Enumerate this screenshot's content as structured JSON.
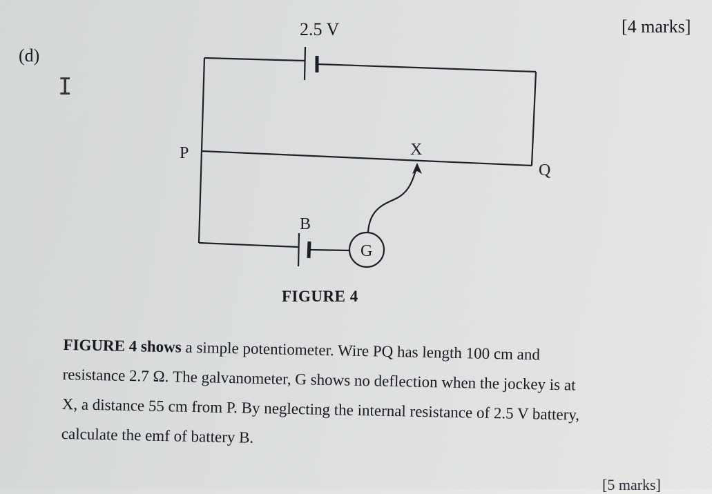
{
  "question": {
    "part_label": "(d)",
    "previous_marks": "[4 marks]",
    "marks": "[5 marks]"
  },
  "figure": {
    "caption": "FIGURE 4",
    "driver_cell_label": "2.5 V",
    "test_cell_label": "B",
    "galvanometer_label": "G",
    "wire_start_label": "P",
    "wire_end_label": "Q",
    "jockey_point_label": "X"
  },
  "text": {
    "line1_bold": "FIGURE 4 shows",
    "line1_rest": " a simple potentiometer. Wire PQ has length 100 cm and",
    "line2": "resistance 2.7 Ω. The galvanometer, G shows no deflection when the jockey is at",
    "line3": "X, a distance 55 cm from P. By neglecting the internal resistance of 2.5 V battery,",
    "line4": "calculate the emf of battery B."
  },
  "values": {
    "wire_length": "100 cm",
    "wire_resistance": "2.7 Ω",
    "balance_length": "55 cm",
    "driver_emf": "2.5 V"
  },
  "colors": {
    "ink": "#1a1a22",
    "paper": "#e2e4e3"
  }
}
